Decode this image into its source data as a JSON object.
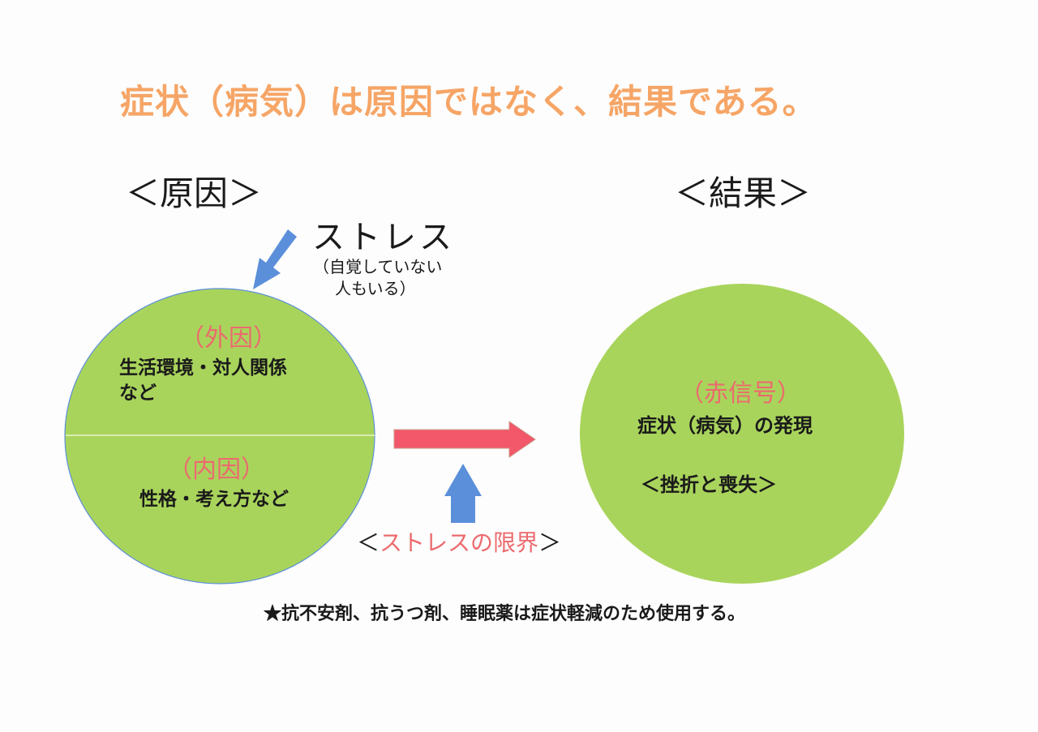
{
  "title": "症状（病気）は原因ではなく、結果である。",
  "cause_heading": "＜原因＞",
  "result_heading": "＜結果＞",
  "stress": {
    "label": "ストレス",
    "note_line1": "（自覚していない",
    "note_line2": "人もいる）"
  },
  "cause_circle": {
    "external_heading": "（外因）",
    "external_line1": "生活環境・対人関係",
    "external_line2": "など",
    "internal_heading": "（内因）",
    "internal_text": "性格・考え方など"
  },
  "limit": {
    "open": "＜",
    "text": "ストレスの限界",
    "close": "＞"
  },
  "result_circle": {
    "heading": "（赤信号）",
    "line1": "症状（病気）の発現",
    "line2": "＜挫折と喪失＞"
  },
  "footnote": "★抗不安剤、抗うつ剤、睡眠薬は症状軽減のため使用する。",
  "colors": {
    "title": "#f6a566",
    "circle": "#a9d45c",
    "red_arrow": "#f2576a",
    "blue_arrow": "#5b8fda",
    "pink_text": "#ec6a6e"
  }
}
